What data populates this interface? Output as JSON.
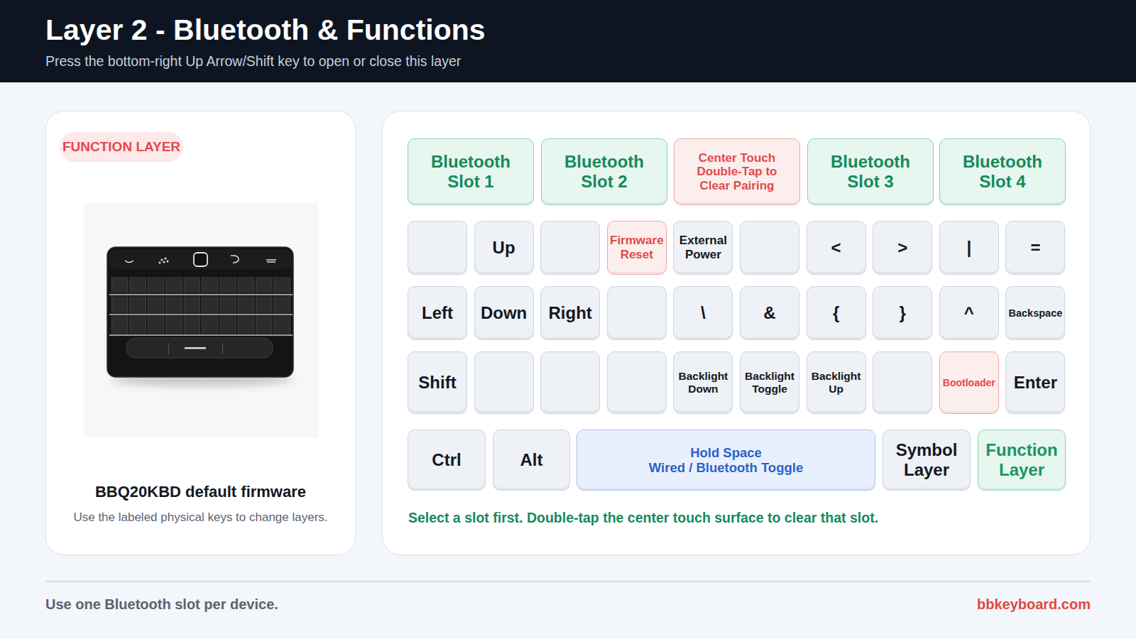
{
  "diagram": {
    "title": "Layer 2 - Bluetooth & Functions",
    "caption": "Press the bottom-right Up Arrow/Shift key to open or close this layer",
    "nodes": [
      {
        "text": [
          "BBQ20KBD default firmware",
          "Use the labeled physical keys to change layers."
        ]
      },
      {
        "text": [
          "FUNCTION LAYER"
        ],
        "in": 0
      },
      {
        "text": [
          "Select a slot first. Double-tap the center touch surface to clear that slot."
        ]
      },
      {
        "text": [
          "Bluetooth Slot 1"
        ],
        "in": 2
      },
      {
        "text": [
          "Bluetooth Slot 2"
        ],
        "in": 2
      },
      {
        "text": [
          "Center Touch Double-Tap to Clear Pairing"
        ],
        "in": 2
      },
      {
        "text": [
          "Bluetooth Slot 3"
        ],
        "in": 2
      },
      {
        "text": [
          "Bluetooth Slot 4"
        ],
        "in": 2
      },
      {
        "text": [
          "Up"
        ],
        "in": 2
      },
      {
        "text": [
          "Firmware Reset"
        ],
        "in": 2
      },
      {
        "text": [
          "External Power"
        ],
        "in": 2
      },
      {
        "text": [
          "<"
        ],
        "in": 2
      },
      {
        "text": [
          ">"
        ],
        "in": 2
      },
      {
        "text": [
          "|"
        ],
        "in": 2
      },
      {
        "text": [
          "="
        ],
        "in": 2
      },
      {
        "text": [
          "Left"
        ],
        "in": 2
      },
      {
        "text": [
          "Down"
        ],
        "in": 2
      },
      {
        "text": [
          "Right"
        ],
        "in": 2
      },
      {
        "text": [
          "\\"
        ],
        "in": 2
      },
      {
        "text": [
          "&"
        ],
        "in": 2
      },
      {
        "text": [
          "{"
        ],
        "in": 2
      },
      {
        "text": [
          "}"
        ],
        "in": 2
      },
      {
        "text": [
          "^"
        ],
        "in": 2
      },
      {
        "text": [
          "Backspace"
        ],
        "in": 2
      },
      {
        "text": [
          "Shift"
        ],
        "in": 2
      },
      {
        "text": [
          "Backlight Down"
        ],
        "in": 2
      },
      {
        "text": [
          "Backlight Toggle"
        ],
        "in": 2
      },
      {
        "text": [
          "Backlight Up"
        ],
        "in": 2
      },
      {
        "text": [
          "Bootloader"
        ],
        "in": 2
      },
      {
        "text": [
          "Enter"
        ],
        "in": 2
      },
      {
        "text": [
          "Ctrl"
        ],
        "in": 2
      },
      {
        "text": [
          "Alt"
        ],
        "in": 2
      },
      {
        "text": [
          "Hold Space",
          "Wired / Bluetooth Toggle"
        ],
        "in": 2
      },
      {
        "text": [
          "Symbol Layer"
        ],
        "in": 2
      },
      {
        "text": [
          "Function Layer"
        ],
        "in": 2
      }
    ],
    "labels": [
      "Use one Bluetooth slot per device.",
      "bbkeyboard.com"
    ]
  }
}
